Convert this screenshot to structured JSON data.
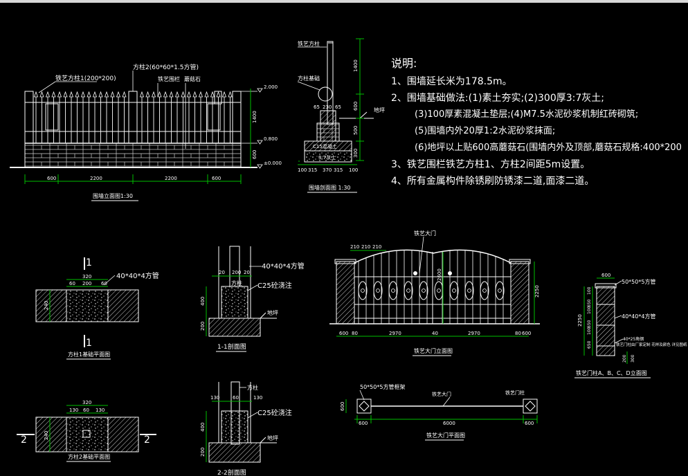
{
  "notes": {
    "title": "说明:",
    "lines": [
      "1、围墙延长米为178.5m。",
      "2、围墙基础做法:(1)素土夯实;(2)300厚3:7灰土;",
      "(3)100厚素混凝土垫层;(4)M7.5水泥砂浆机制红砖砌筑;",
      "(5)围墙内外20厚1:2水泥砂浆抹面;",
      "(6)地坪以上贴600高蘑菇石(围墙内外及顶部,蘑菇石规格:400*200",
      "3、铁艺围栏铁艺方柱1、方柱2间距5m设置。",
      "4、所有金属构件除锈刷防锈漆二道,面漆二道。"
    ]
  },
  "elevation": {
    "title": "围墙立面图1:30",
    "label_post1": "铁艺方柱1(200*200)",
    "label_post2": "方柱2(60*60*1.5方管)",
    "label_rail": "铁艺围栏",
    "label_stone": "蘑菇石",
    "level_top": "2.000",
    "level_mid": "0.800",
    "level_ground": "±0.000",
    "dim_1400": "1400",
    "dim_600": "600",
    "dim_600a": "600",
    "dim_2200a": "2200",
    "dim_2200b": "2200",
    "dim_600b": "600"
  },
  "section": {
    "title": "围墙剖面图 1:30",
    "label_post": "铁艺方柱",
    "label_found": "方柱基础",
    "label_ground": "地坪",
    "label_block1": "C15混凝土",
    "label_block2": "3:7灰土",
    "dim_1400": "1400",
    "dim_600": "600",
    "dim_500": "500",
    "dim_300": "300",
    "dim_65a": "65",
    "dim_65b": "65",
    "dim_230": "230",
    "bottom_dims": [
      "100",
      "315",
      "370",
      "315",
      "100"
    ]
  },
  "fp1": {
    "title": "方柱1基础平面图",
    "cut": "1",
    "pipe": "40*40*4方管",
    "dim_320": "320",
    "dim_60a": "60",
    "dim_200": "200",
    "dim_60b": "60",
    "dim_side": "240"
  },
  "fp2": {
    "title": "方柱2基础平面图",
    "cut": "2",
    "dim_320": "320",
    "dim_130a": "130",
    "dim_60": "60",
    "dim_130b": "130",
    "dim_side": "240"
  },
  "s11": {
    "title": "1-1剖面图",
    "pipe": "40*40*4方管",
    "post": "方柱",
    "concrete": "C25砼浇注",
    "ground": "地坪",
    "dims_top": [
      "20",
      "200",
      "20"
    ],
    "dim_400": "400",
    "dim_200": "200"
  },
  "s22": {
    "title": "2-2剖面图",
    "post": "方柱",
    "concrete": "C25砼浇注",
    "ground": "地坪",
    "dims_top": [
      "130",
      "60",
      "130"
    ],
    "dim_400": "400",
    "dim_200": "200"
  },
  "gate": {
    "title": "铁艺大门立面图",
    "label_gate": "铁艺大门",
    "top_dims": [
      "210",
      "210",
      "210"
    ],
    "dim_2600": "2600",
    "dim_2250": "2250",
    "bottom_dims": [
      "600",
      "80",
      "2970",
      "40",
      "2970",
      "80",
      "600"
    ]
  },
  "gate_plan": {
    "title": "铁艺大门平面图",
    "pipe": "50*50*5方管框架",
    "label_gate": "铁艺大门",
    "label_post": "铁艺门柱",
    "dim_600a": "600",
    "dim_6000": "6000",
    "dim_600b": "600",
    "dim_side": "600"
  },
  "gatepost": {
    "title": "铁艺门柱A、B、C、D立面图",
    "dim_600": "600",
    "pipe1": "50*50*5方管",
    "pipe2": "40*40*4方管",
    "dim_2250": "2250",
    "dims_right": [
      "100",
      "650",
      "100",
      "650",
      "100",
      "650"
    ],
    "dims_bottom": [
      "200",
      "300"
    ],
    "note": "铁艺门柱由厂家定制 花样及颜色 详见图纸",
    "note_top": "40*25角钢"
  }
}
